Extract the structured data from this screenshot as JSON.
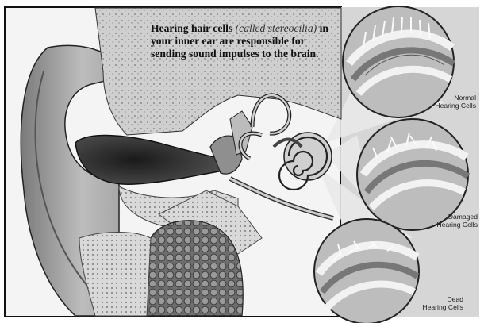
{
  "caption": {
    "bold_start": "Hearing hair cells",
    "italic": "(called stereocilia)",
    "bold_end": "in your inner ear are responsible for sending sound impulses to the brain."
  },
  "panels": [
    {
      "line1": "Normal",
      "line2": "Hearing Cells"
    },
    {
      "line1": "Damaged",
      "line2": "Hearing Cells"
    },
    {
      "line1": "Dead",
      "line2": "Hearing Cells"
    }
  ]
}
